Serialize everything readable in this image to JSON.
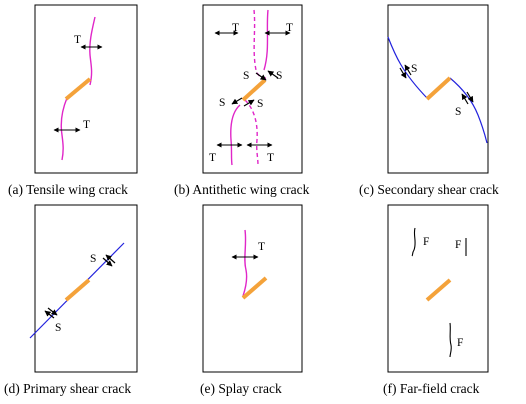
{
  "colors": {
    "fault": "#F4A23A",
    "tensile_crack": "#E026C8",
    "shear_crack": "#2222DD",
    "far_field_crack": "#000000",
    "arrow": "#000000"
  },
  "labels": {
    "tensile": "T",
    "shear": "S",
    "far_field": "F"
  },
  "panels": [
    {
      "id": "a",
      "caption": "(a) Tensile wing crack"
    },
    {
      "id": "b",
      "caption": "(b) Antithetic wing crack"
    },
    {
      "id": "c",
      "caption": "(c) Secondary shear crack"
    },
    {
      "id": "d",
      "caption": "(d) Primary shear crack"
    },
    {
      "id": "e",
      "caption": "(e) Splay crack"
    },
    {
      "id": "f",
      "caption": "(f) Far-field crack"
    }
  ]
}
